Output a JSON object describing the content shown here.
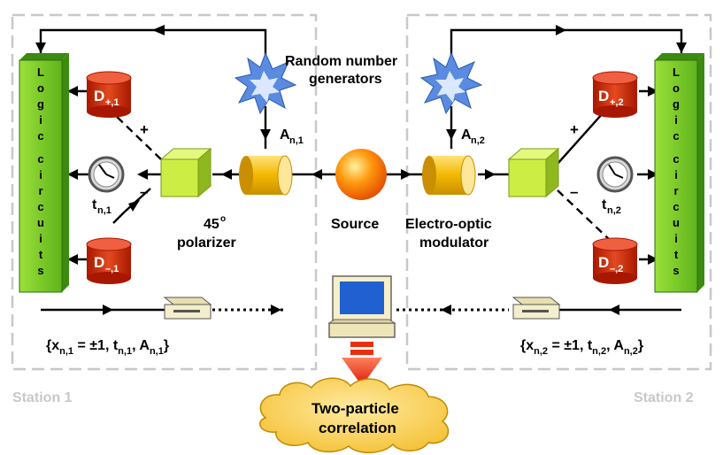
{
  "labels": {
    "random_number_generators_1": "Random number",
    "random_number_generators_2": "generators",
    "source": "Source",
    "electro_optic_1": "Electro-optic",
    "electro_optic_2": "modulator",
    "polarizer_1": "45",
    "polarizer_deg": "o",
    "polarizer_2": "polarizer",
    "two_particle_1": "Two-particle",
    "two_particle_2": "correlation",
    "station_1": "Station 1",
    "station_2": "Station 2",
    "logic_circuits": [
      "L",
      "o",
      "g",
      "i",
      "c",
      "",
      "c",
      "i",
      "r",
      "c",
      "u",
      "i",
      "t",
      "s"
    ],
    "plus": "+",
    "minus": "–",
    "a_n1": "A",
    "a_n1_sub": "n,1",
    "a_n2": "A",
    "a_n2_sub": "n,2",
    "t_n1": "t",
    "t_n1_sub": "n,1",
    "t_n2": "t",
    "t_n2_sub": "n,2",
    "d_plus_1": "D",
    "d_plus_1_sub": "+,1",
    "d_minus_1": "D",
    "d_minus_1_sub": "–,1",
    "d_plus_2": "D",
    "d_plus_2_sub": "+,2",
    "d_minus_2": "D",
    "d_minus_2_sub": "–,2",
    "record_1_a": "{x",
    "record_1_b": "n,1",
    "record_1_c": " = ±1, t",
    "record_1_d": "n,1",
    "record_1_e": ", A",
    "record_1_f": "n,1",
    "record_1_g": "}",
    "record_2_a": "{x",
    "record_2_b": "n,2",
    "record_2_c": " = ±1, t",
    "record_2_d": "n,2",
    "record_2_e": ", A",
    "record_2_f": "n,2",
    "record_2_g": "}"
  },
  "colors": {
    "logic_green": "#77cc22",
    "logic_green_dark": "#3c8a10",
    "detector_red": "#cc2a10",
    "modulator_yellow": "#f2b800",
    "polarizer_green": "#ccee44",
    "source_orange": "#ff7a00",
    "station_border": "#c8c8c8",
    "cloud": "#ffd55a",
    "arrow_red": "#e83010",
    "rng_blue": "#5a8be0"
  }
}
